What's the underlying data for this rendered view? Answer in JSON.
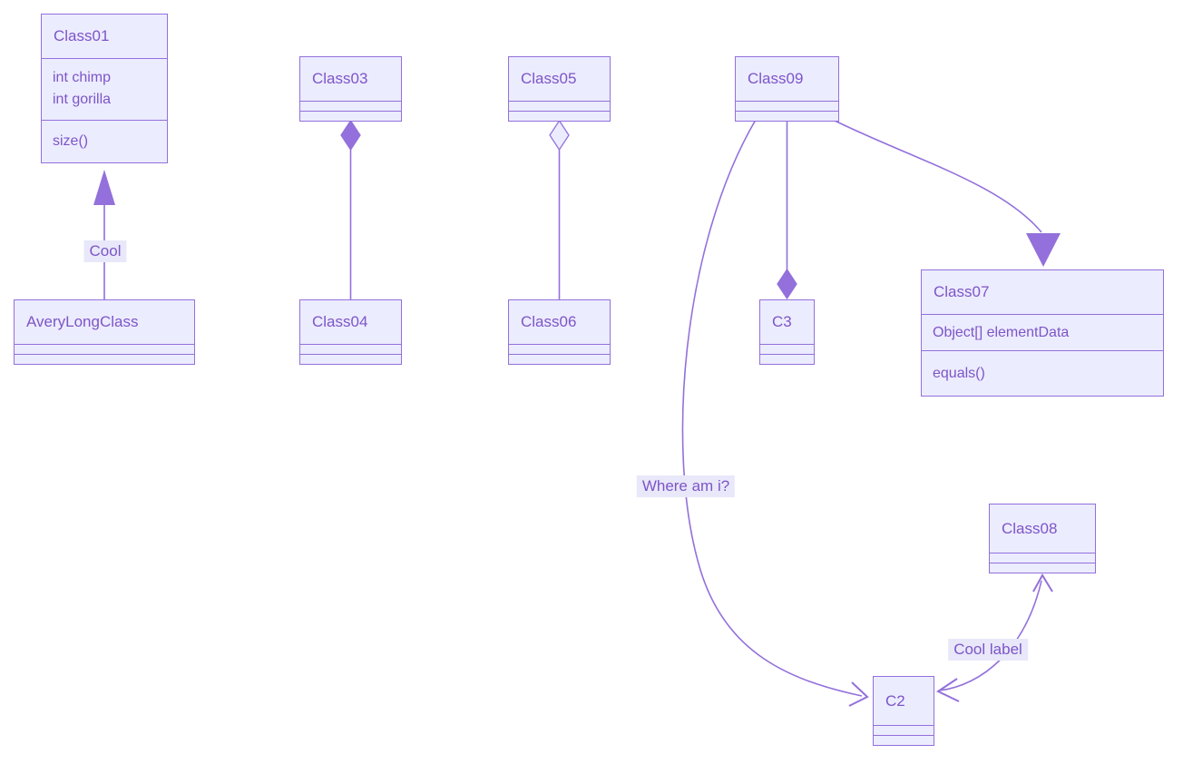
{
  "diagram": {
    "background": "#ffffff",
    "colors": {
      "node_fill": "#ECECFF",
      "node_border": "#9370DB",
      "text": "#7d55c7",
      "edge": "#9370DB",
      "label_bg": "#e8e8fa"
    },
    "classes": [
      {
        "name": "Class01",
        "attributes": [
          "int chimp",
          "int gorilla"
        ],
        "methods": [
          "size()"
        ]
      },
      {
        "name": "AveryLongClass",
        "attributes": [],
        "methods": []
      },
      {
        "name": "Class03",
        "attributes": [],
        "methods": []
      },
      {
        "name": "Class04",
        "attributes": [],
        "methods": []
      },
      {
        "name": "Class05",
        "attributes": [],
        "methods": []
      },
      {
        "name": "Class06",
        "attributes": [],
        "methods": []
      },
      {
        "name": "Class09",
        "attributes": [],
        "methods": []
      },
      {
        "name": "C3",
        "attributes": [],
        "methods": []
      },
      {
        "name": "Class07",
        "attributes": [
          "Object[] elementData"
        ],
        "methods": [
          "equals()"
        ]
      },
      {
        "name": "Class08",
        "attributes": [],
        "methods": []
      },
      {
        "name": "C2",
        "attributes": [],
        "methods": []
      }
    ],
    "edges": [
      {
        "from": "AveryLongClass",
        "to": "Class01",
        "type": "inheritance",
        "label": "Cool"
      },
      {
        "from": "Class03",
        "to": "Class04",
        "type": "composition",
        "label": ""
      },
      {
        "from": "Class05",
        "to": "Class06",
        "type": "aggregation",
        "label": ""
      },
      {
        "from": "Class09",
        "to": "C3",
        "type": "composition",
        "label": ""
      },
      {
        "from": "Class09",
        "to": "Class07",
        "type": "inheritance",
        "label": ""
      },
      {
        "from": "Class09",
        "to": "C2",
        "type": "arrow",
        "label": "Where am i?"
      },
      {
        "from": "C2",
        "to": "Class08",
        "type": "double-arrow",
        "label": "Cool label"
      }
    ]
  }
}
